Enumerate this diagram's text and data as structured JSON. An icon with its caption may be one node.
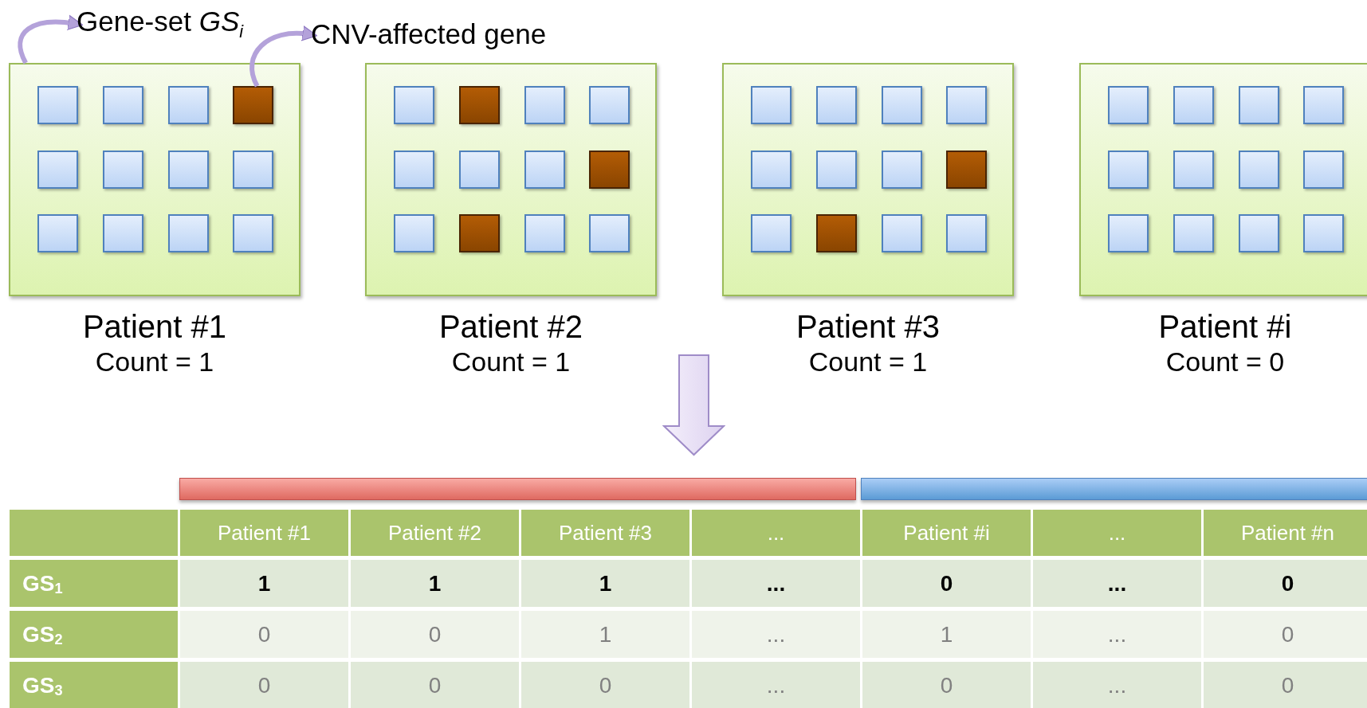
{
  "diagram": {
    "nodes": [
      {
        "text": [
          "Gene-set *GS*$_{i}$"
        ]
      },
      {
        "text": [
          "CNV-affected gene"
        ]
      },
      {
        "text": [
          "Patient #1",
          "Count = 1"
        ]
      },
      {
        "text": [],
        "shape": "box",
        "in": 2
      },
      {
        "text": [
          "Patient #2",
          "Count = 1"
        ]
      },
      {
        "text": [
          "Patient #3",
          "Count = 1"
        ]
      },
      {
        "text": [
          "Patient #i",
          "Count = 0"
        ]
      },
      {
        "text": [],
        "shape": "bar"
      },
      {
        "text": [],
        "shape": "bar"
      }
    ],
    "edges": [
      {
        "from": 2,
        "to": 0,
        "arrow": "to"
      },
      {
        "from": 3,
        "to": 1,
        "arrow": "to"
      }
    ],
    "labels": [
      "Patient #1",
      "Patient #2",
      "Patient #3",
      "...",
      "Patient #i",
      "...",
      "Patient #n",
      "GS$_{1}$",
      "1",
      "1",
      "1",
      "...",
      "0",
      "...",
      "0",
      "GS$_{2}$",
      "0",
      "0",
      "1",
      "...",
      "1",
      "...",
      "0",
      "GS$_{3}$",
      "0",
      "0",
      "0",
      "...",
      "0",
      "...",
      "0"
    ]
  }
}
